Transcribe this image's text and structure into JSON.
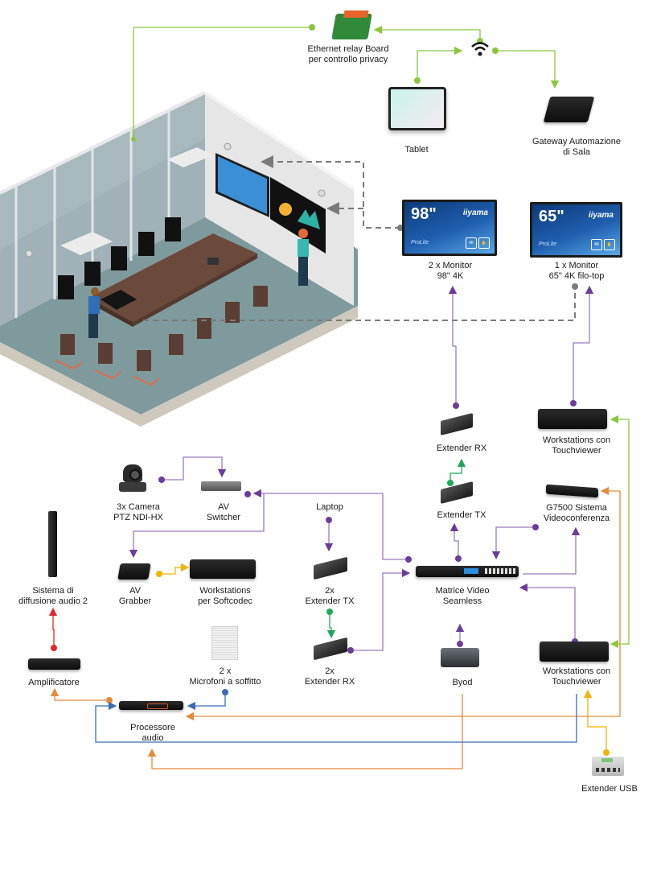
{
  "diagram": {
    "title": "Sala riunioni - schema di collegamento",
    "devices": {
      "relay_board": {
        "label_line1": "Ethernet relay Board",
        "label_line2": "per controllo privacy"
      },
      "wifi": {
        "icon": "wifi-icon"
      },
      "tablet": {
        "label": "Tablet"
      },
      "gateway": {
        "label_line1": "Gateway Automazione",
        "label_line2": "di Sala"
      },
      "monitor_98": {
        "size": "98\"",
        "brand": "iiyama",
        "series": "ProLite",
        "label_line1": "2 x Monitor",
        "label_line2": "98\" 4K"
      },
      "monitor_65": {
        "size": "65\"",
        "brand": "iiyama",
        "series": "ProLite",
        "label_line1": "1 x Monitor",
        "label_line2": "65\" 4K filo-top"
      },
      "extender_rx_top": {
        "label": "Extender RX"
      },
      "extender_tx_top": {
        "label": "Extender TX"
      },
      "workstation_top": {
        "label_line1": "Workstations con",
        "label_line2": "Touchviewer"
      },
      "g7500": {
        "label_line1": "G7500 Sistema",
        "label_line2": "Videoconferenza"
      },
      "camera": {
        "label_line1": "3x Camera",
        "label_line2": "PTZ NDI-HX"
      },
      "av_switcher": {
        "label_line1": "AV",
        "label_line2": "Switcher"
      },
      "laptop": {
        "label": "Laptop"
      },
      "av_grabber": {
        "label_line1": "AV",
        "label_line2": "Grabber"
      },
      "workstation_softcodec": {
        "label_line1": "Workstations",
        "label_line2": "per Softcodec"
      },
      "extender_tx_2x": {
        "label_line1": "2x",
        "label_line2": "Extender TX"
      },
      "extender_rx_2x": {
        "label_line1": "2x",
        "label_line2": "Extender RX"
      },
      "matrix": {
        "label_line1": "Matrice Video",
        "label_line2": "Seamless"
      },
      "speaker": {
        "label_line1": "Sistema di",
        "label_line2": "diffusione audio 2"
      },
      "amplifier": {
        "label": "Amplificatore"
      },
      "ceiling_mics": {
        "label_line1": "2 x",
        "label_line2": "Microfoni a soffitto"
      },
      "byod": {
        "label": "Byod"
      },
      "workstation_bottom": {
        "label_line1": "Workstations con",
        "label_line2": "Touchviewer"
      },
      "audio_processor": {
        "label_line1": "Processore",
        "label_line2": "audio"
      },
      "usb_extender": {
        "label": "Extender USB"
      }
    },
    "link_colors": {
      "network": "#8cc63f",
      "video": "#6a3d9a",
      "hdbaset": "#1fa85a",
      "audio_out": "#e0282a",
      "audio_dante": "#e58a3a",
      "usb": "#f0b400",
      "mic": "#3b6db5",
      "control": "#808080"
    }
  }
}
